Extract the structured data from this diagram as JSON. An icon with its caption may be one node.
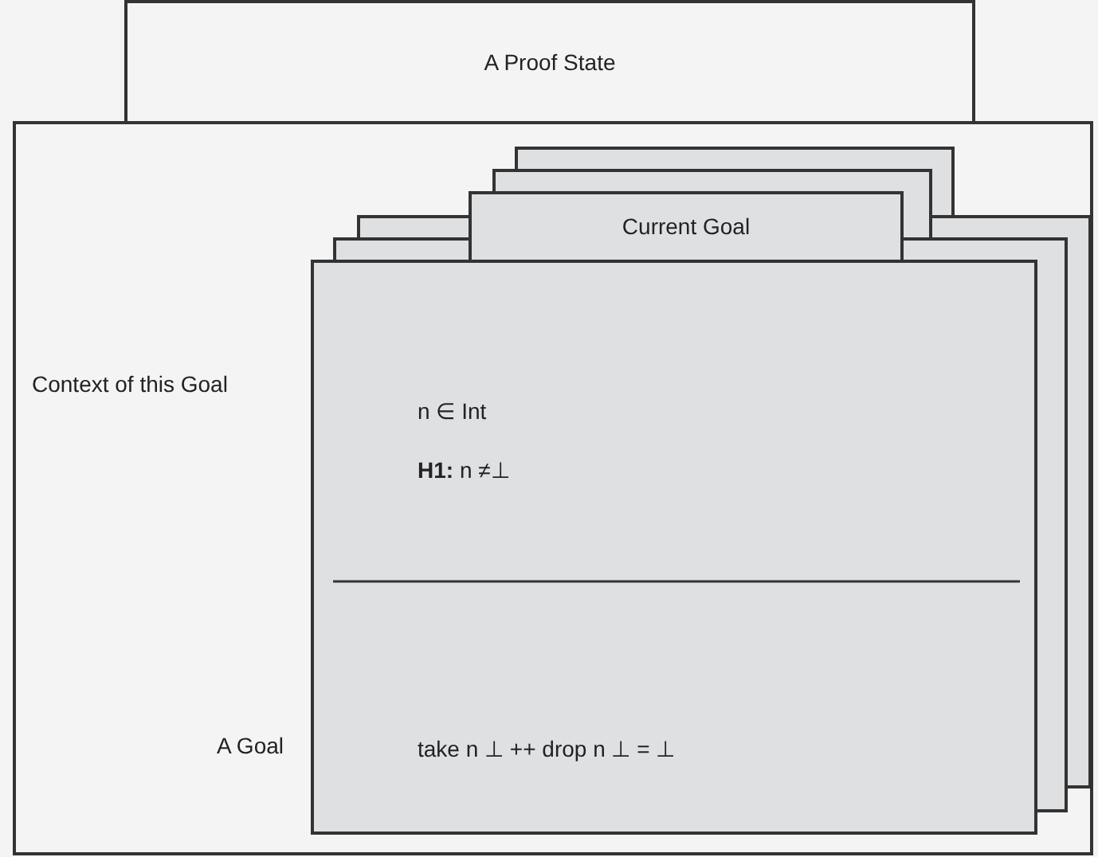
{
  "diagram": {
    "nodes": [
      {
        "text": [
          "A Proof State"
        ]
      },
      {
        "text": [],
        "shape": "box"
      },
      {
        "text": [],
        "shape": "box",
        "in": 1
      },
      {
        "text": [],
        "shape": "box",
        "in": 1
      },
      {
        "text": [
          "Current Goal",
          "n ∈ Int",
          "**H1:** n ≠⊥",
          "take n ⊥ ++ drop n ⊥ = ⊥"
        ],
        "in": 1
      }
    ],
    "edges": [],
    "labels": [
      "Context of this Goal",
      "A Goal"
    ]
  }
}
